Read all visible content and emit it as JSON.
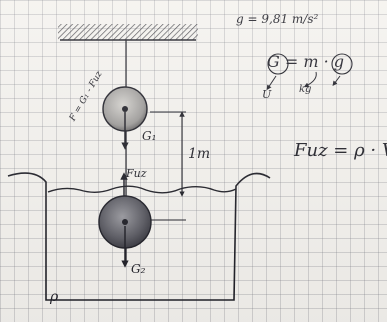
{
  "notes": {
    "gravity_formula": "g = 9,81 m/s²",
    "weight_formula": "G = m · g",
    "mass_unit": "U",
    "g_unit": "kg",
    "buoyancy_formula": "Fuz = ρ · V · g"
  },
  "diagram": {
    "weight_top": "G₁",
    "weight_bottom": "G₂",
    "buoyant_force": "Fuz",
    "distance": "1m",
    "density": "ρ",
    "net_force": "F = G₁ - Fuz"
  },
  "colors": {
    "ink": "#1e1e26",
    "grid": "#9a9aa4",
    "paper": "#f4f2ee"
  }
}
